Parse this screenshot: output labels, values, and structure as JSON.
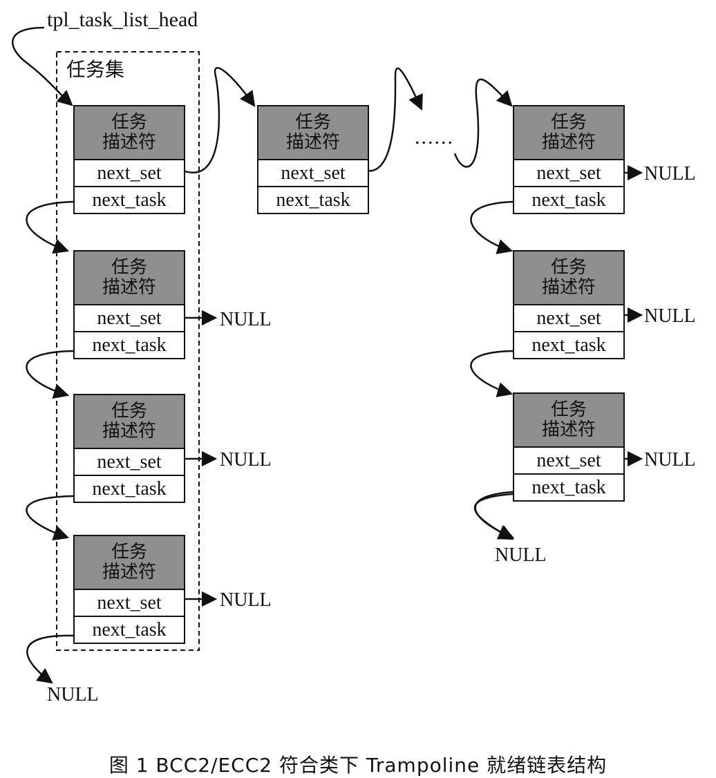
{
  "head_label": "tpl_task_list_head",
  "group_label": "任务集",
  "node": {
    "desc_line1": "任务",
    "desc_line2": "描述符",
    "next_set": "next_set",
    "next_task": "next_task"
  },
  "null_label": "NULL",
  "ellipsis": "......",
  "caption": "图 1   BCC2/ECC2 符合类下 Trampoline 就绪链表结构",
  "colors": {
    "descriptor_fill": "#8f8f8f",
    "line": "#111111"
  }
}
